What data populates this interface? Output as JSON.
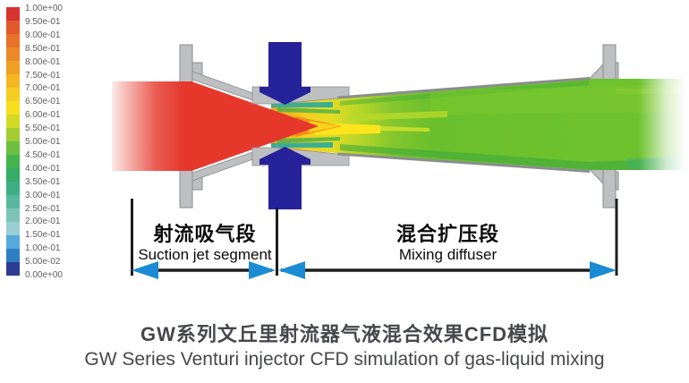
{
  "colorbar": {
    "labels": [
      "1.00e+00",
      "9.50e-01",
      "9.00e-01",
      "8.50e-01",
      "8.00e-01",
      "7.50e-01",
      "7.00e-01",
      "6.50e-01",
      "6.00e-01",
      "5.50e-01",
      "5.00e-01",
      "4.50e-01",
      "4.00e-01",
      "3.50e-01",
      "3.00e-01",
      "2.50e-01",
      "2.00e-01",
      "1.50e-01",
      "1.00e-01",
      "5.00e-02",
      "0.00e+00"
    ],
    "colors": [
      "#d8342f",
      "#e25a2c",
      "#e77229",
      "#eb8827",
      "#efa025",
      "#f3b723",
      "#f6cd21",
      "#f5df1f",
      "#d3da26",
      "#a3cd33",
      "#6cbf41",
      "#44b44e",
      "#35ad68",
      "#3dae85",
      "#59b89e",
      "#7ec4b6",
      "#97cfd4",
      "#55a9db",
      "#2f7ec3",
      "#2c3c92"
    ]
  },
  "sections": {
    "suction": {
      "zh": "射流吸气段",
      "en": "Suction jet segment"
    },
    "diffuser": {
      "zh": "混合扩压段",
      "en": "Mixing diffuser"
    }
  },
  "caption": {
    "zh": "GW系列文丘里射流器气液混合效果CFD模拟",
    "en": "GW Series Venturi injector CFD simulation of gas-liquid mixing"
  },
  "colors": {
    "jet_red": "#e5382b",
    "flow_green": "#67c02d",
    "suction_blue": "#262299",
    "steel_gray": "#bdbfc1",
    "steel_edge": "#8a8c8f",
    "arrow_blue": "#1b8cd3",
    "ink": "#1d1d1f",
    "caption_text": "#46474a",
    "label_text": "#0a0a0a",
    "colorbar_text": "#5d5e60"
  }
}
